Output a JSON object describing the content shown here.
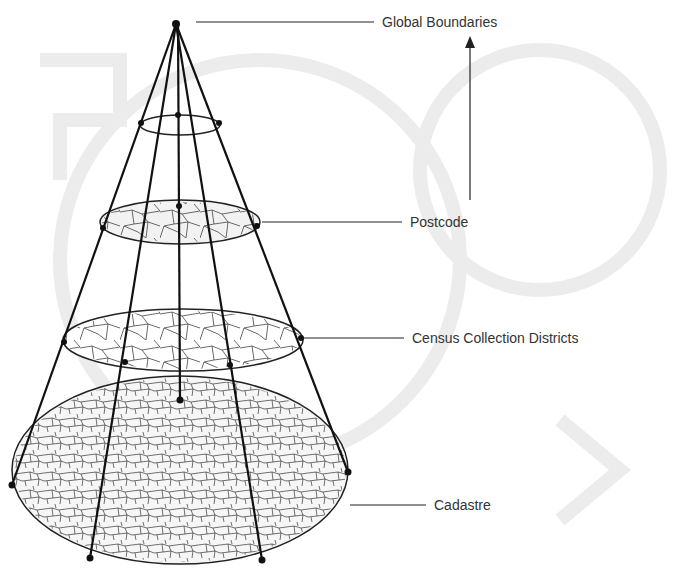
{
  "diagram": {
    "labels": [
      "Global Boundaries",
      "Postcode",
      "Census Collection Districts",
      "Cadastre"
    ]
  }
}
